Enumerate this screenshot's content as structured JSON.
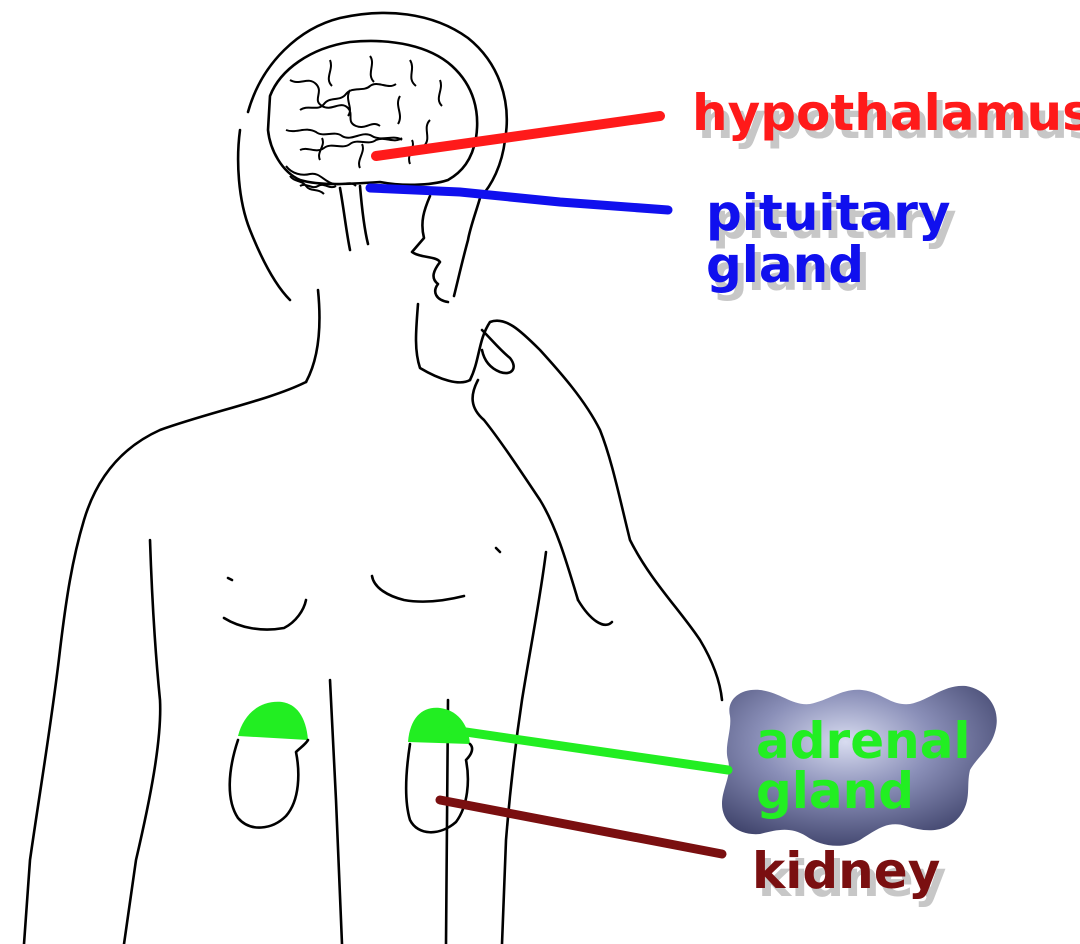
{
  "labels": {
    "hypothalamus": "hypothalamus",
    "pituitary_line1": "pituitary",
    "pituitary_line2": "gland",
    "adrenal_line1": "adrenal",
    "adrenal_line2": "gland",
    "kidney": "kidney"
  },
  "colors": {
    "hypothalamus": "#ff1a1a",
    "pituitary": "#1010ee",
    "adrenal": "#22ee22",
    "kidney": "#7a0f10",
    "outline": "#000000",
    "blob": "#7b80a8"
  }
}
